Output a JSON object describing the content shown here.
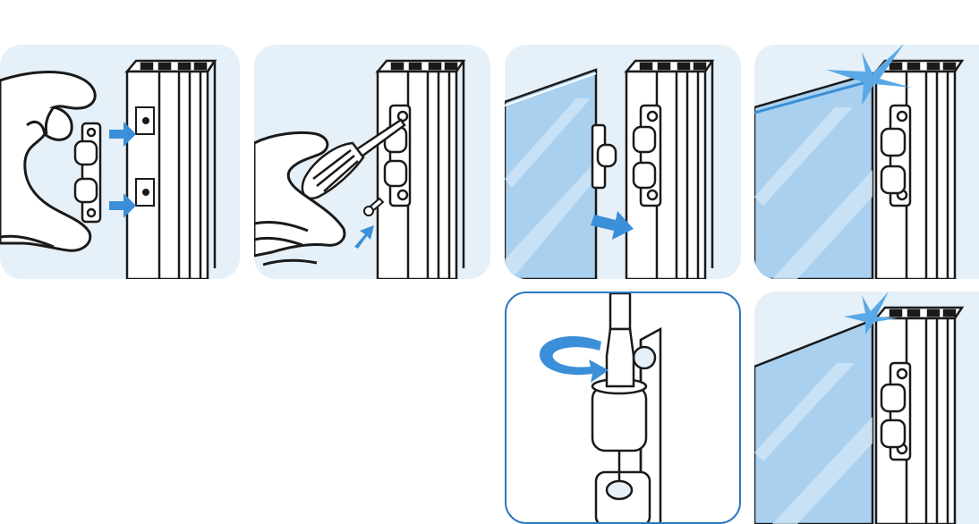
{
  "figure": {
    "steps": [
      {
        "id": "step-1",
        "action": "hold-hinge-against-profile"
      },
      {
        "id": "step-2",
        "action": "screw-hinge-to-profile"
      },
      {
        "id": "step-3",
        "action": "slide-glass-door-onto-hinge"
      },
      {
        "id": "step-4",
        "action": "door-mounted-misaligned"
      },
      {
        "id": "step-5",
        "action": "adjust-hinge-with-screwdriver"
      },
      {
        "id": "step-6",
        "action": "door-aligned"
      }
    ],
    "colors": {
      "panel_bg": "#e6f0f8",
      "glass": "#a9d0ef",
      "glass_light": "#cfe5f6",
      "arrow": "#3b8fd8",
      "flash": "#5aa9e6",
      "outline_blue": "#2a7ac2",
      "line": "#1a1a1a"
    }
  }
}
